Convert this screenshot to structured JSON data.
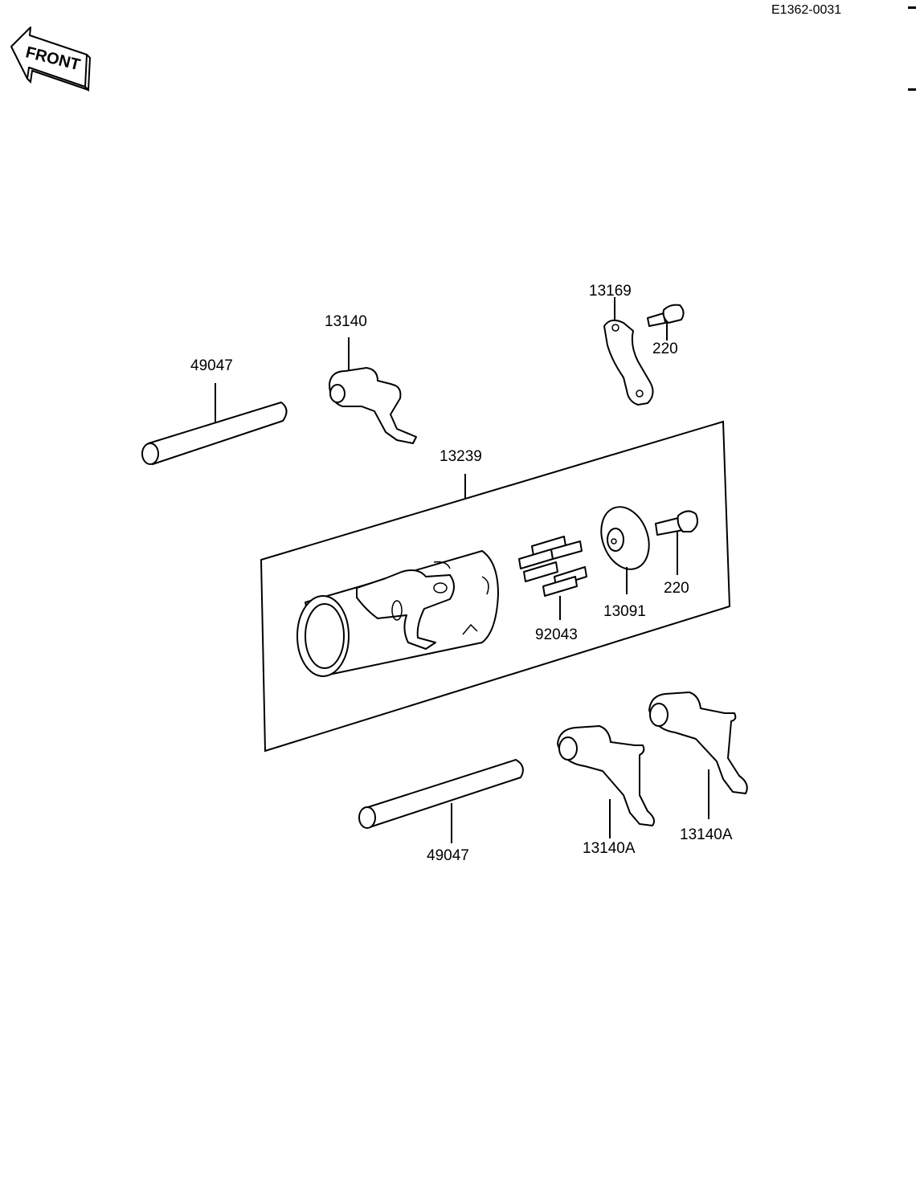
{
  "diagram_code": "E1362-0031",
  "direction_label": "FRONT",
  "parts": [
    {
      "id": "shaft-upper",
      "number": "49047",
      "name": "shift fork shaft"
    },
    {
      "id": "fork-upper",
      "number": "13140",
      "name": "shift fork"
    },
    {
      "id": "plate",
      "number": "13169",
      "name": "stopper plate"
    },
    {
      "id": "bolt-upper",
      "number": "220",
      "name": "bolt"
    },
    {
      "id": "drum-assembly",
      "number": "13239",
      "name": "shift drum assembly"
    },
    {
      "id": "pins",
      "number": "92043",
      "name": "pins"
    },
    {
      "id": "cam",
      "number": "13091",
      "name": "shift drum cam"
    },
    {
      "id": "bolt-lower",
      "number": "220",
      "name": "bolt"
    },
    {
      "id": "shaft-lower",
      "number": "49047",
      "name": "shift fork shaft"
    },
    {
      "id": "fork-lower-left",
      "number": "13140A",
      "name": "shift fork"
    },
    {
      "id": "fork-lower-right",
      "number": "13140A",
      "name": "shift fork"
    }
  ]
}
